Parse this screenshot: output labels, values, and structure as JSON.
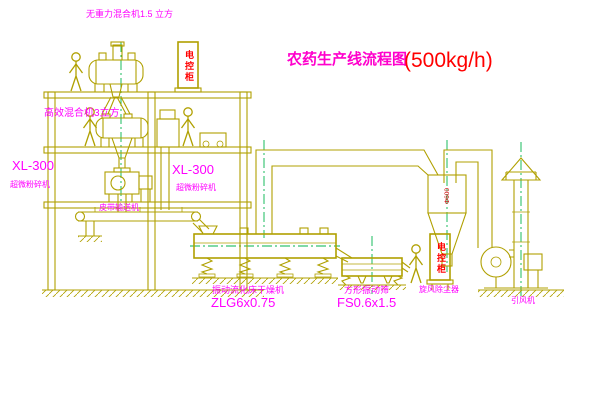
{
  "title": {
    "text": "农药生产线流程图",
    "capacity": "(500kg/h)"
  },
  "equipment": {
    "mixer_top": {
      "label": "无重力混合机1.5 立方"
    },
    "mixer_mid": {
      "label": "高效混合机3立方"
    },
    "pulverizer_left": {
      "model": "XL-300",
      "name": "超微粉碎机"
    },
    "pulverizer_mid": {
      "model": "XL-300",
      "name": "超微粉碎机"
    },
    "belt_conveyor": {
      "label": "皮带输送机"
    },
    "dryer": {
      "name": "振动流化床干燥机",
      "model": "ZLG6x0.75"
    },
    "sieve": {
      "name": "方形振动筛",
      "model": "FS0.6x1.5"
    },
    "cyclone": {
      "name": "旋风除尘器",
      "size": "Φ600"
    },
    "fan": {
      "name": "引风机"
    },
    "cabinet_upper": {
      "label": "电控柜"
    },
    "cabinet_lower": {
      "label": "电控柜"
    }
  },
  "colors": {
    "line": "#b0a000",
    "label_magenta": "#ff00ff",
    "accent_red": "#ff0000",
    "centerline_green": "#00b44c",
    "background": "#ffffff"
  }
}
